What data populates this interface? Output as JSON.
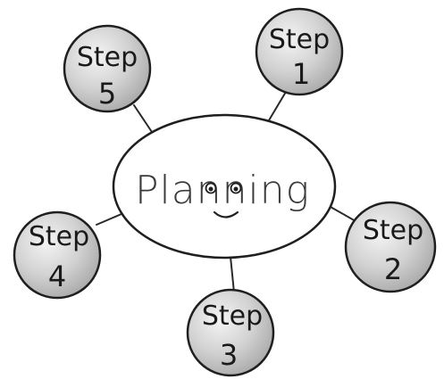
{
  "center": {
    "label": "Planning"
  },
  "steps": [
    {
      "word": "Step",
      "number": "1"
    },
    {
      "word": "Step",
      "number": "2"
    },
    {
      "word": "Step",
      "number": "3"
    },
    {
      "word": "Step",
      "number": "4"
    },
    {
      "word": "Step",
      "number": "5"
    }
  ],
  "colors": {
    "ink": "#1f1f1f",
    "shade_light": "#f2f2f2",
    "shade_dark": "#a8a8a8"
  }
}
